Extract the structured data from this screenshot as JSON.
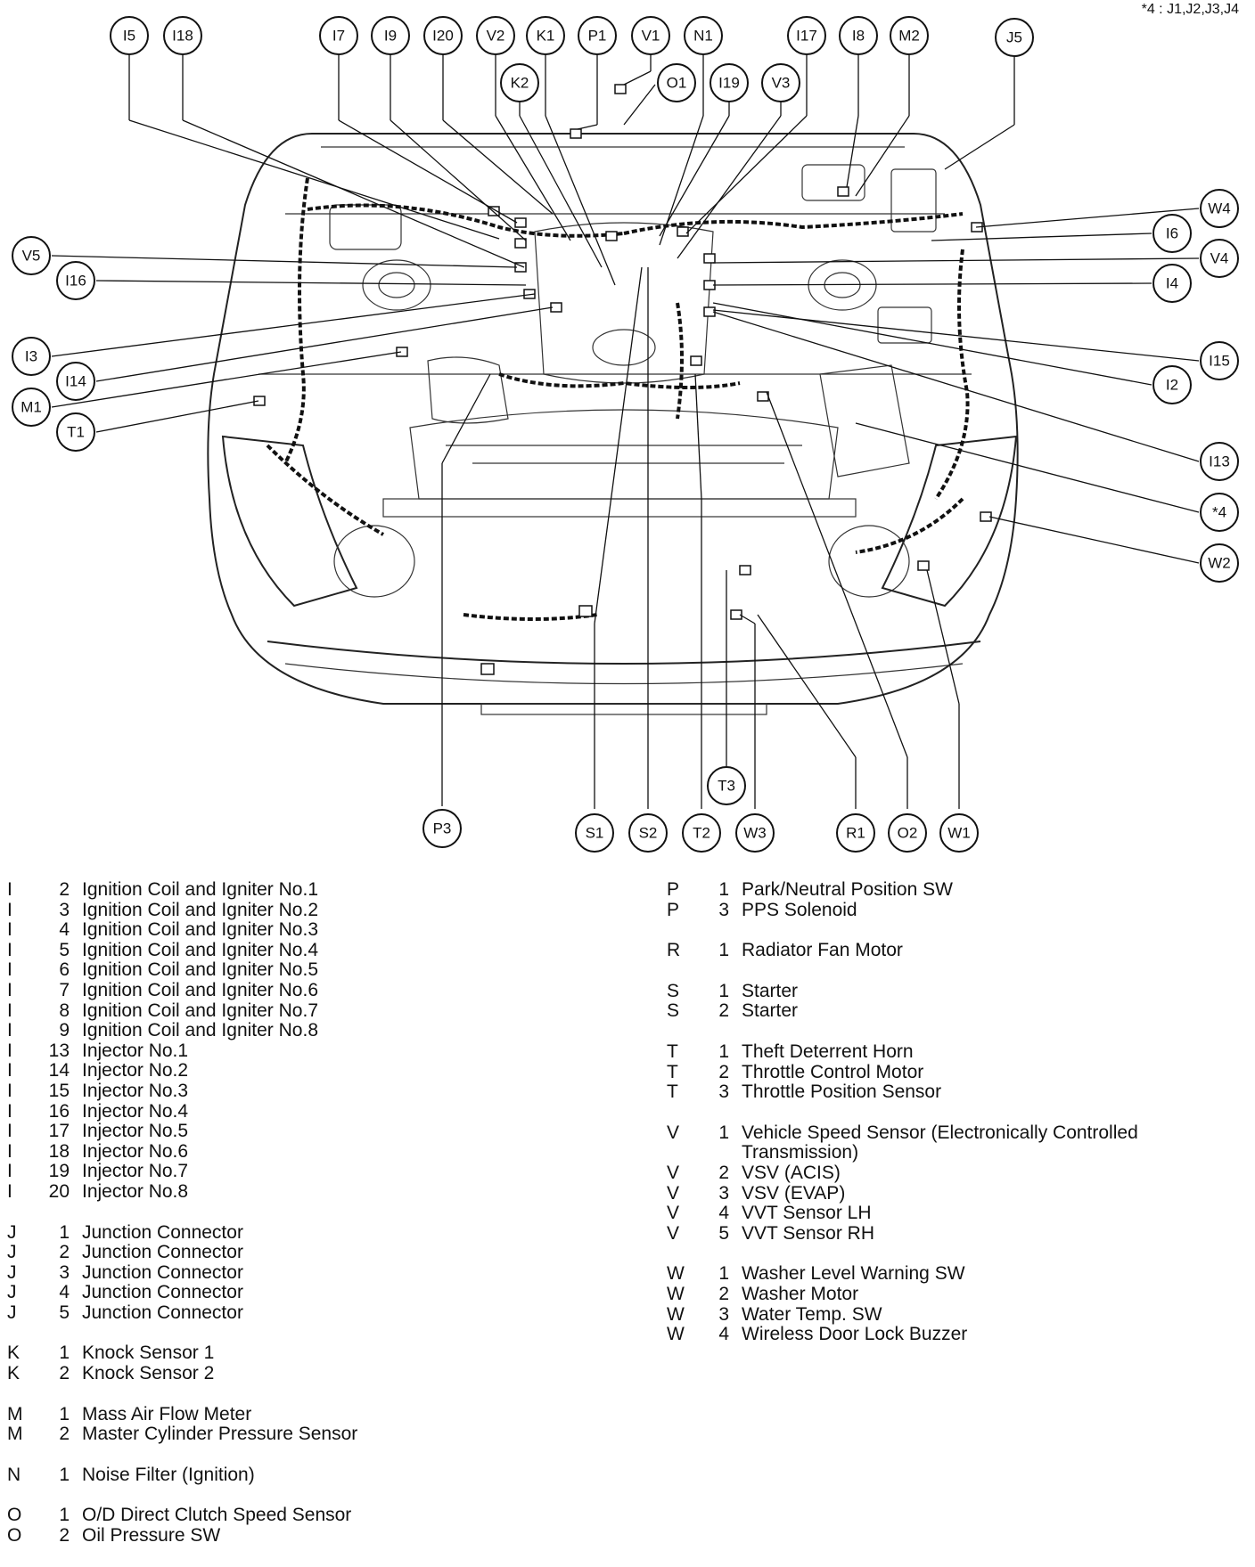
{
  "footnote": "*4 : J1,J2,J3,J4",
  "callouts": [
    "I5",
    "I18",
    "I7",
    "I9",
    "I20",
    "V2",
    "K1",
    "P1",
    "V1",
    "N1",
    "I17",
    "I8",
    "M2",
    "J5",
    "K2",
    "O1",
    "I19",
    "V3",
    "W4",
    "I6",
    "V4",
    "I4",
    "I15",
    "I2",
    "I13",
    "*4",
    "W2",
    "V5",
    "I16",
    "I3",
    "I14",
    "M1",
    "T1",
    "P3",
    "S1",
    "S2",
    "T2",
    "W3",
    "T3",
    "R1",
    "O2",
    "W1"
  ],
  "legend_left": [
    {
      "group": "I",
      "rows": [
        {
          "letter": "I",
          "num": "2",
          "desc": "Ignition Coil and Igniter No.1"
        },
        {
          "letter": "I",
          "num": "3",
          "desc": "Ignition Coil and Igniter No.2"
        },
        {
          "letter": "I",
          "num": "4",
          "desc": "Ignition Coil and Igniter No.3"
        },
        {
          "letter": "I",
          "num": "5",
          "desc": "Ignition Coil and Igniter No.4"
        },
        {
          "letter": "I",
          "num": "6",
          "desc": "Ignition Coil and Igniter No.5"
        },
        {
          "letter": "I",
          "num": "7",
          "desc": "Ignition Coil and Igniter No.6"
        },
        {
          "letter": "I",
          "num": "8",
          "desc": "Ignition Coil and Igniter No.7"
        },
        {
          "letter": "I",
          "num": "9",
          "desc": "Ignition Coil and Igniter No.8"
        },
        {
          "letter": "I",
          "num": "13",
          "desc": "Injector No.1"
        },
        {
          "letter": "I",
          "num": "14",
          "desc": "Injector No.2"
        },
        {
          "letter": "I",
          "num": "15",
          "desc": "Injector No.3"
        },
        {
          "letter": "I",
          "num": "16",
          "desc": "Injector No.4"
        },
        {
          "letter": "I",
          "num": "17",
          "desc": "Injector No.5"
        },
        {
          "letter": "I",
          "num": "18",
          "desc": "Injector No.6"
        },
        {
          "letter": "I",
          "num": "19",
          "desc": "Injector No.7"
        },
        {
          "letter": "I",
          "num": "20",
          "desc": "Injector No.8"
        }
      ]
    },
    {
      "group": "J",
      "rows": [
        {
          "letter": "J",
          "num": "1",
          "desc": "Junction Connector"
        },
        {
          "letter": "J",
          "num": "2",
          "desc": "Junction Connector"
        },
        {
          "letter": "J",
          "num": "3",
          "desc": "Junction Connector"
        },
        {
          "letter": "J",
          "num": "4",
          "desc": "Junction Connector"
        },
        {
          "letter": "J",
          "num": "5",
          "desc": "Junction Connector"
        }
      ]
    },
    {
      "group": "K",
      "rows": [
        {
          "letter": "K",
          "num": "1",
          "desc": "Knock Sensor 1"
        },
        {
          "letter": "K",
          "num": "2",
          "desc": "Knock Sensor 2"
        }
      ]
    },
    {
      "group": "M",
      "rows": [
        {
          "letter": "M",
          "num": "1",
          "desc": "Mass Air Flow Meter"
        },
        {
          "letter": "M",
          "num": "2",
          "desc": "Master Cylinder Pressure Sensor"
        }
      ]
    },
    {
      "group": "N",
      "rows": [
        {
          "letter": "N",
          "num": "1",
          "desc": "Noise Filter (Ignition)"
        }
      ]
    },
    {
      "group": "O",
      "rows": [
        {
          "letter": "O",
          "num": "1",
          "desc": "O/D Direct Clutch Speed Sensor"
        },
        {
          "letter": "O",
          "num": "2",
          "desc": "Oil Pressure SW"
        }
      ]
    }
  ],
  "legend_right": [
    {
      "group": "P",
      "rows": [
        {
          "letter": "P",
          "num": "1",
          "desc": "Park/Neutral Position SW"
        },
        {
          "letter": "P",
          "num": "3",
          "desc": "PPS Solenoid"
        }
      ]
    },
    {
      "group": "R",
      "rows": [
        {
          "letter": "R",
          "num": "1",
          "desc": "Radiator Fan Motor"
        }
      ]
    },
    {
      "group": "S",
      "rows": [
        {
          "letter": "S",
          "num": "1",
          "desc": "Starter"
        },
        {
          "letter": "S",
          "num": "2",
          "desc": "Starter"
        }
      ]
    },
    {
      "group": "T",
      "rows": [
        {
          "letter": "T",
          "num": "1",
          "desc": "Theft Deterrent Horn"
        },
        {
          "letter": "T",
          "num": "2",
          "desc": "Throttle Control Motor"
        },
        {
          "letter": "T",
          "num": "3",
          "desc": "Throttle Position Sensor"
        }
      ]
    },
    {
      "group": "V",
      "rows": [
        {
          "letter": "V",
          "num": "1",
          "desc": "Vehicle Speed Sensor (Electronically Controlled Transmission)"
        },
        {
          "letter": "V",
          "num": "2",
          "desc": "VSV (ACIS)"
        },
        {
          "letter": "V",
          "num": "3",
          "desc": "VSV (EVAP)"
        },
        {
          "letter": "V",
          "num": "4",
          "desc": "VVT Sensor LH"
        },
        {
          "letter": "V",
          "num": "5",
          "desc": "VVT Sensor RH"
        }
      ]
    },
    {
      "group": "W",
      "rows": [
        {
          "letter": "W",
          "num": "1",
          "desc": "Washer Level Warning SW"
        },
        {
          "letter": "W",
          "num": "2",
          "desc": "Washer Motor"
        },
        {
          "letter": "W",
          "num": "3",
          "desc": "Water Temp. SW"
        },
        {
          "letter": "W",
          "num": "4",
          "desc": "Wireless Door Lock Buzzer"
        }
      ]
    }
  ]
}
